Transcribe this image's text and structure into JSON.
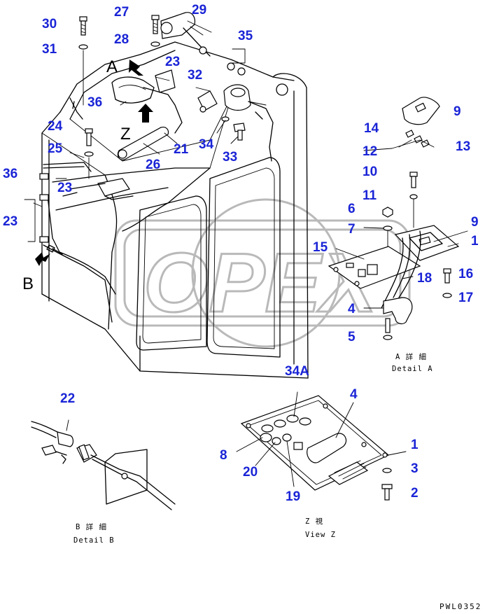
{
  "diagram": {
    "view_letters": {
      "a": "A",
      "b": "B",
      "z": "Z"
    },
    "captions": {
      "detail_a_jp": "A 詳 細",
      "detail_a_en": "Detail A",
      "detail_b_jp": "B 詳 細",
      "detail_b_en": "Detail B",
      "view_z_jp": "Z 視",
      "view_z_en": "View Z"
    },
    "drawing_code": "PWL0352",
    "watermark": "OPEX",
    "part_numbers": {
      "p30": "30",
      "p31": "31",
      "p27": "27",
      "p28": "28",
      "p29": "29",
      "p35": "35",
      "p23_top": "23",
      "p32": "32",
      "p36_top": "36",
      "p24": "24",
      "p25": "25",
      "p34": "34",
      "p33": "33",
      "p21": "21",
      "p26": "26",
      "p36_left": "36",
      "p23_mid": "23",
      "p23_left": "23",
      "p9_top": "9",
      "p14": "14",
      "p13": "13",
      "p12": "12",
      "p10": "10",
      "p11": "11",
      "p6": "6",
      "p7": "7",
      "p9_mid": "9",
      "p1_top": "1",
      "p15": "15",
      "p18": "18",
      "p16": "16",
      "p17": "17",
      "p4_mid": "4",
      "p5": "5",
      "p22": "22",
      "p34a": "34A",
      "p4_low": "4",
      "p8": "8",
      "p20": "20",
      "p19": "19",
      "p1_low": "1",
      "p3": "3",
      "p2": "2"
    }
  }
}
